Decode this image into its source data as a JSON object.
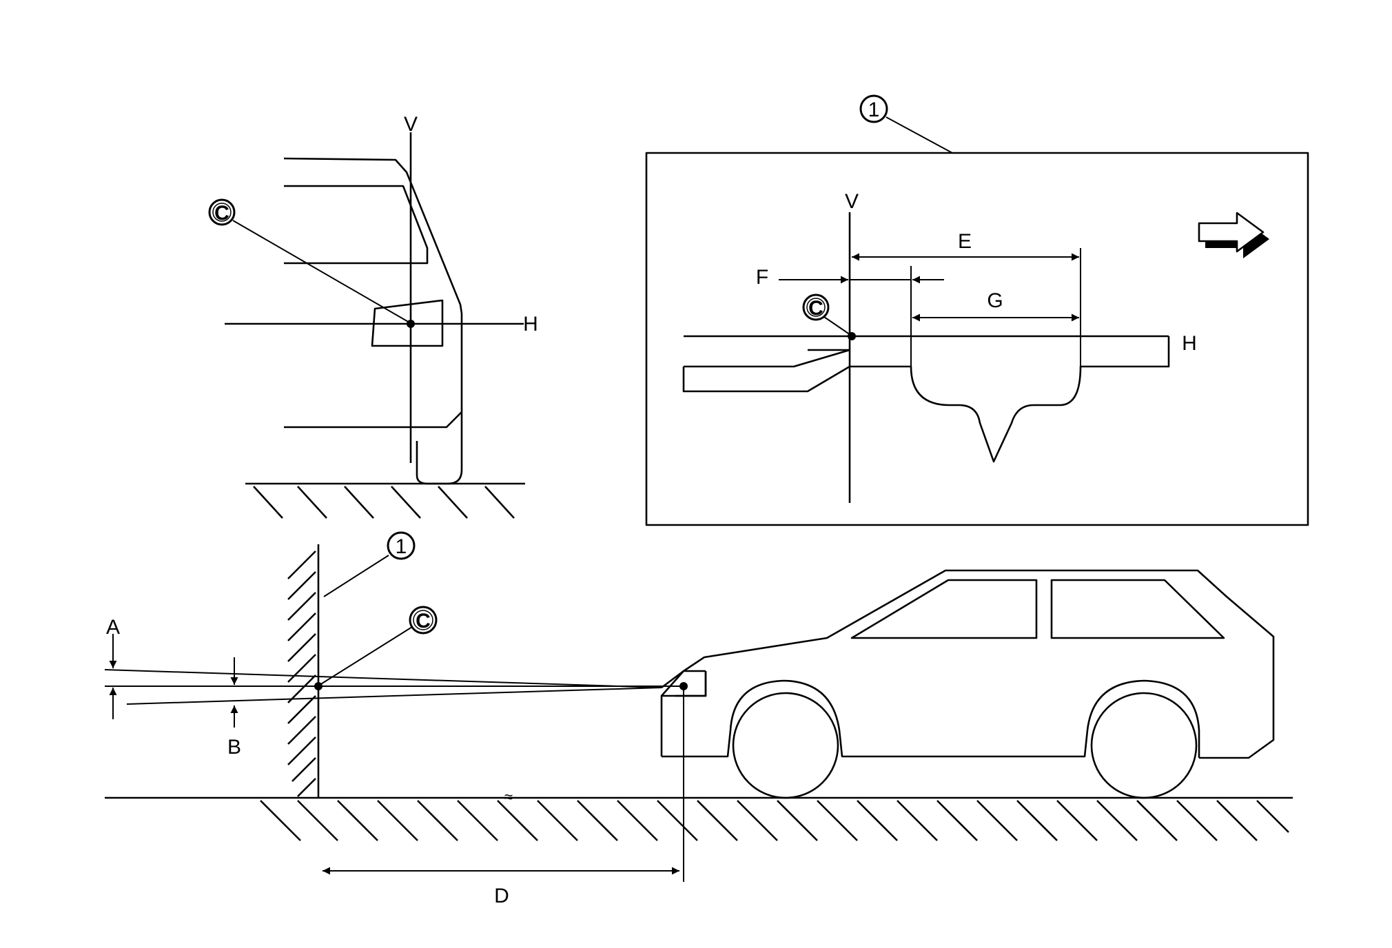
{
  "diagram": {
    "title": "",
    "front_view": {
      "vertical_label": "V",
      "horizontal_label": "H",
      "center_marker": "C"
    },
    "screen_inset": {
      "callout_number": "1",
      "vertical_label": "V",
      "horizontal_label": "H",
      "center_marker": "C",
      "dimension_labels": {
        "e": "E",
        "f": "F",
        "g": "G"
      },
      "direction_icon": "right-arrow-icon"
    },
    "side_view": {
      "screen_callout_number": "1",
      "center_marker": "C",
      "dimension_labels": {
        "a": "A",
        "b": "B",
        "d": "D"
      },
      "distance_break_mark": "≈"
    }
  }
}
